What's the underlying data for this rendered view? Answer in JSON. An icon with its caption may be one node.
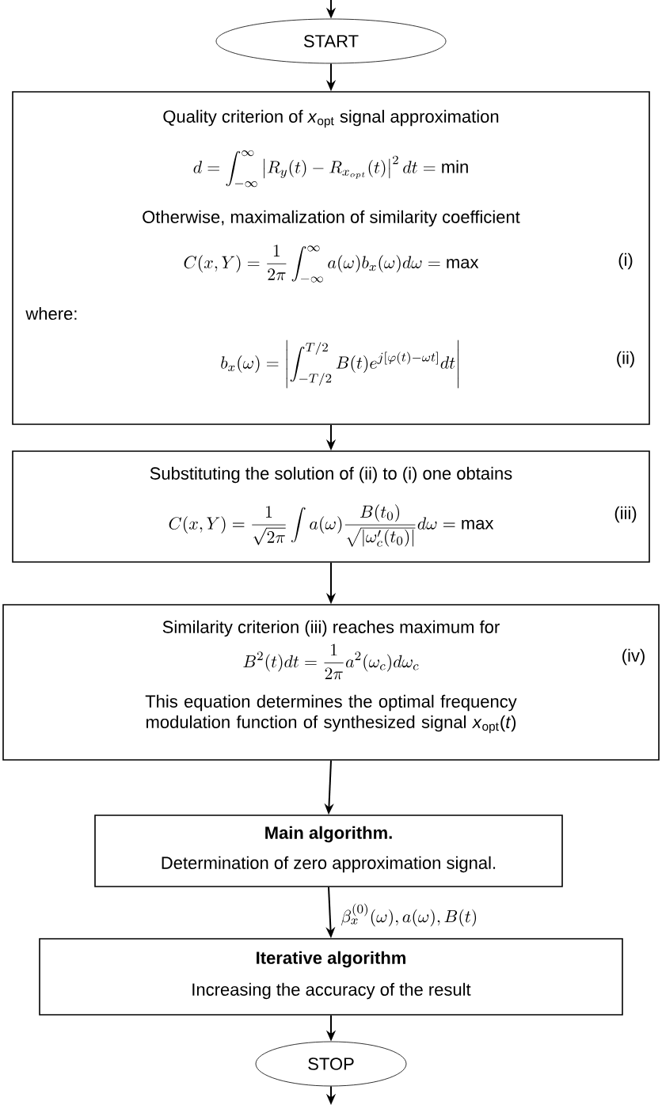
{
  "diagram": {
    "nodes": [
      {
        "text": [
          "START"
        ]
      },
      {
        "text": [
          "Quality criterion of *x*$_{opt}$ signal approximation",
          "d = \\int_{-\\infty}^{\\infty} \\left| R_y(t) - R_{x_{opt}}(t) \\right|^2 dt = \\min",
          "Otherwise, maximalization of similarity coefficient",
          "C(x,Y) = \\frac{1}{2\\pi} \\int_{-\\infty}^{\\infty} a(\\omega) b_x(\\omega) d\\omega = \\max",
          "(i)",
          "where:",
          "b_x(\\omega) = \\left| \\int_{-T/2}^{T/2} B(t) e^{j[\\varphi(t) - \\omega t]} dt \\right|",
          "(ii)"
        ]
      },
      {
        "text": [
          "Substituting the solution of (ii) to (i) one obtains",
          "C(x,Y) = \\frac{1}{\\sqrt{2\\pi}} \\int a(\\omega) \\frac{B(t_0)}{\\sqrt{|\\omega_c'(t_0)|}} d\\omega = \\max",
          "(iii)"
        ]
      },
      {
        "text": [
          "Similarity criterion (iii) reaches maximum for",
          "B^2(t) dt = \\frac{1}{2\\pi} a^2(\\omega_c) d\\omega_c",
          "(iv)",
          "This equation determines the optimal frequency modulation function of synthesized signal *x*$_{opt}$(*t*)"
        ]
      },
      {
        "text": [
          "Main algorithm.",
          "Determination of zero approximation signal."
        ]
      },
      {
        "text": [
          "Iterative algorithm",
          "Increasing the accuracy of the result"
        ]
      },
      {
        "text": [
          "STOP"
        ]
      }
    ],
    "edges": [
      {
        "from": null,
        "to": 0,
        "arrow": "to"
      },
      {
        "from": 0,
        "to": 1,
        "arrow": "to"
      },
      {
        "from": 1,
        "to": 2,
        "arrow": "to"
      },
      {
        "from": 2,
        "to": 3,
        "arrow": "to"
      },
      {
        "from": 3,
        "to": 4,
        "arrow": "to"
      },
      {
        "from": 4,
        "to": 5,
        "arrow": "to",
        "label": "\\beta_x^{(0)}(\\omega), a(\\omega), B(t)"
      },
      {
        "from": 5,
        "to": 6,
        "arrow": "to"
      },
      {
        "from": 6,
        "to": null,
        "arrow": "to"
      }
    ]
  }
}
